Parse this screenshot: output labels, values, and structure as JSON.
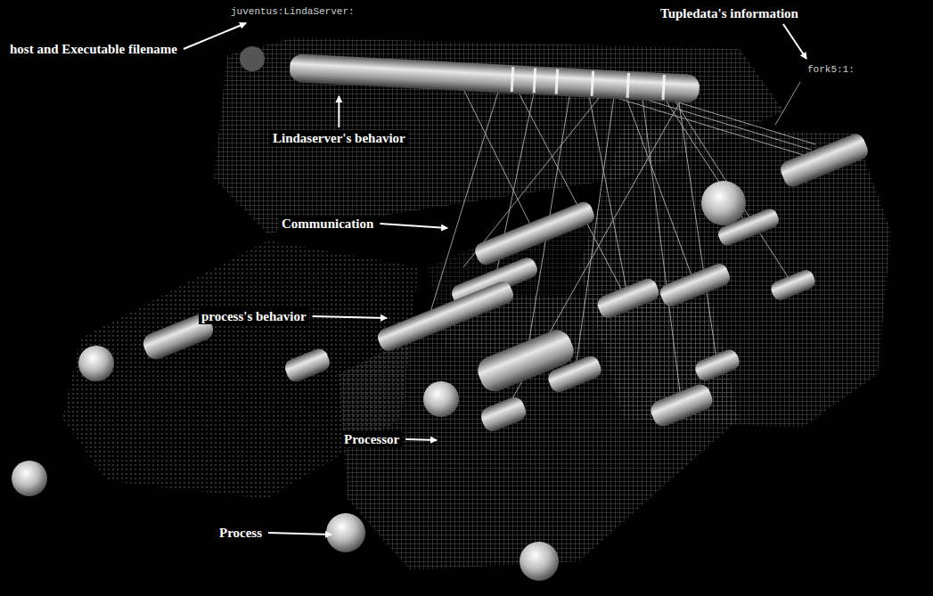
{
  "diagram": {
    "labels": [
      "juventus:LindaServer:",
      "host and Executable filename",
      "Tupledata's information",
      "fork5:1:",
      "Lindaserver's behavior",
      "Communication",
      "process's behavior",
      "Processor",
      "Process"
    ]
  }
}
